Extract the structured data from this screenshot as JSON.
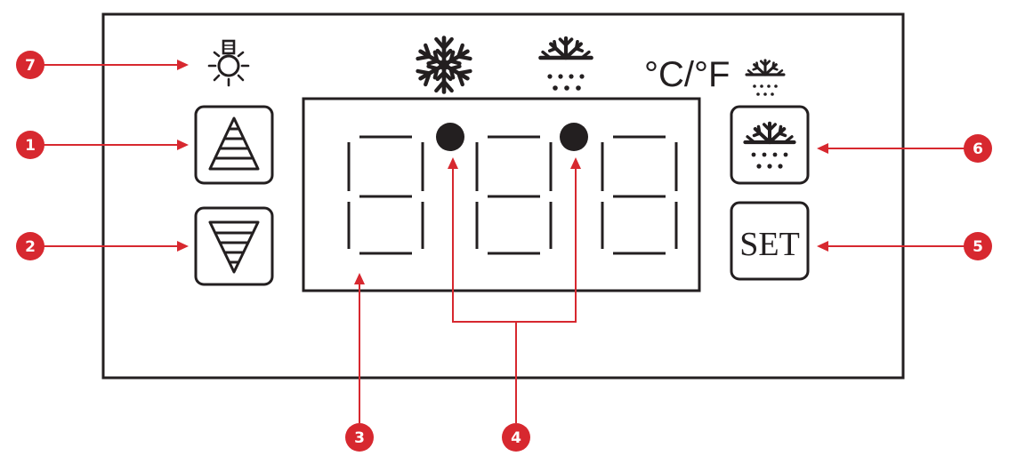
{
  "panel": {
    "unit_label": "°C/°F",
    "set_label": "SET"
  },
  "display": {
    "digit_count": 3,
    "dot_count": 2
  },
  "callouts": [
    {
      "number": "1",
      "target": "up-button"
    },
    {
      "number": "2",
      "target": "down-button"
    },
    {
      "number": "3",
      "target": "digit-display"
    },
    {
      "number": "4",
      "target": "indicator-dots"
    },
    {
      "number": "5",
      "target": "set-button"
    },
    {
      "number": "6",
      "target": "defrost-button"
    },
    {
      "number": "7",
      "target": "light-icon"
    }
  ],
  "colors": {
    "callout": "#d7282f",
    "ink": "#231f20"
  },
  "icons": {
    "light": "light-bulb-icon",
    "cooling": "snowflake-icon",
    "defrost": "defrost-snowflake-icon",
    "up": "up-arrow-icon",
    "down": "down-arrow-icon"
  }
}
